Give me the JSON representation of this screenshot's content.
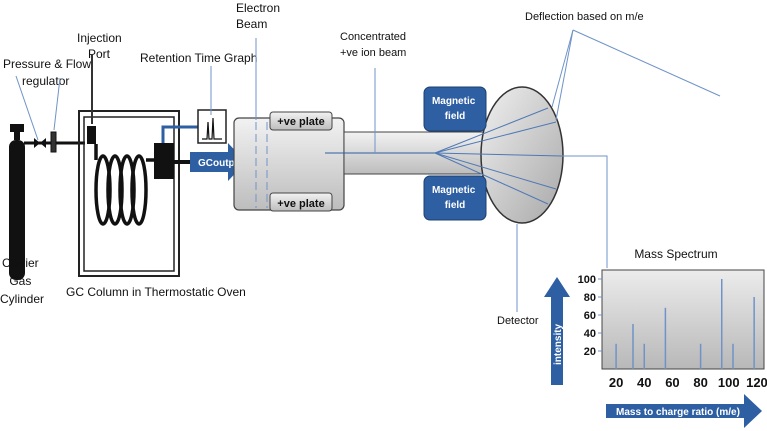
{
  "labels": {
    "pressure_regulator": [
      "Pressure & Flow",
      "regulator"
    ],
    "injection_port": [
      "Injection",
      "Port"
    ],
    "retention_graph": "Retention Time Graph",
    "electron_beam": [
      "Electron",
      "Beam"
    ],
    "concentrated_beam": [
      "Concentrated",
      "+ve ion beam"
    ],
    "deflection": "Deflection based on m/e",
    "carrier_gas": [
      "Carrier",
      "Gas",
      "Cylinder"
    ],
    "gc_column": "GC Column in Thermostatic Oven",
    "gc_output": "GCoutput",
    "plate_top": "+ve plate",
    "plate_bottom": "+ve plate",
    "magnet_top": [
      "Magnetic",
      "field"
    ],
    "magnet_bottom": [
      "Magnetic",
      "field"
    ],
    "detector": "Detector"
  },
  "colors": {
    "accent_blue": "#2e5fa3",
    "line_blue": "#6f93c8",
    "chamber_gray": "#d9d9d9"
  },
  "chart_data": {
    "type": "bar",
    "title": "Mass Spectrum",
    "xlabel": "Mass to charge ratio (m/e)",
    "ylabel": "intensity",
    "x_ticks": [
      20,
      40,
      60,
      80,
      100,
      120
    ],
    "y_ticks": [
      20,
      40,
      60,
      80,
      100
    ],
    "x": [
      20,
      32,
      40,
      55,
      80,
      95,
      103,
      118
    ],
    "values": [
      28,
      50,
      28,
      68,
      28,
      100,
      28,
      80
    ],
    "xlim": [
      10,
      125
    ],
    "ylim": [
      0,
      110
    ],
    "grid": false
  }
}
